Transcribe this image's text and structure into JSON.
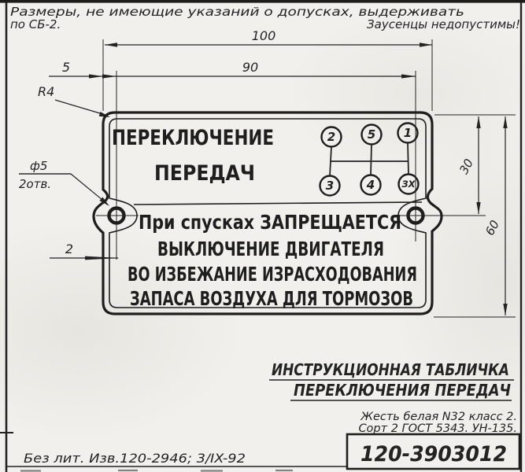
{
  "sheet": {
    "note_tolerances_1": "Размеры, не имеющие указаний о допусках, выдерживать",
    "note_tolerances_2": "по СБ-2.",
    "note_burrs": "Заусенцы недопустимы!"
  },
  "dimensions": {
    "overall_width": "100",
    "hole_spacing": "90",
    "hole_edge_offset": "5",
    "corner_radius": "R4",
    "hole_diameter": "ф5",
    "hole_count": "2отв.",
    "edge_depth": "2",
    "hole_top_offset": "30",
    "overall_height": "60"
  },
  "plate": {
    "heading_1": "ПЕРЕКЛЮЧЕНИЕ",
    "heading_2": "ПЕРЕДАЧ",
    "gear_top": [
      "2",
      "5",
      "1"
    ],
    "gear_bottom": [
      "3",
      "4",
      "ЗХ"
    ],
    "warning_1": "При спусках ЗАПРЕЩАЕТСЯ",
    "warning_2": "ВЫКЛЮЧЕНИЕ ДВИГАТЕЛЯ",
    "warning_3": "ВО ИЗБЕЖАНИЕ ИЗРАСХОДОВАНИЯ",
    "warning_4": "ЗАПАСА ВОЗДУХА ДЛЯ ТОРМОЗОВ"
  },
  "title_block": {
    "drawing_name_1": "ИНСТРУКЦИОННАЯ ТАБЛИЧКА",
    "drawing_name_2": "ПЕРЕКЛЮЧЕНИЯ ПЕРЕДАЧ",
    "material_1": "Жесть белая N32 класс 2.",
    "material_2": "Сорт 2 ГОСТ 5343. УН-135.",
    "part_number": "120-3903012",
    "revision_note": "Без лит. Изв.120-2946; 3/IX-92"
  },
  "colors": {
    "ink": "#232323",
    "paper": "#f1f0ec"
  }
}
